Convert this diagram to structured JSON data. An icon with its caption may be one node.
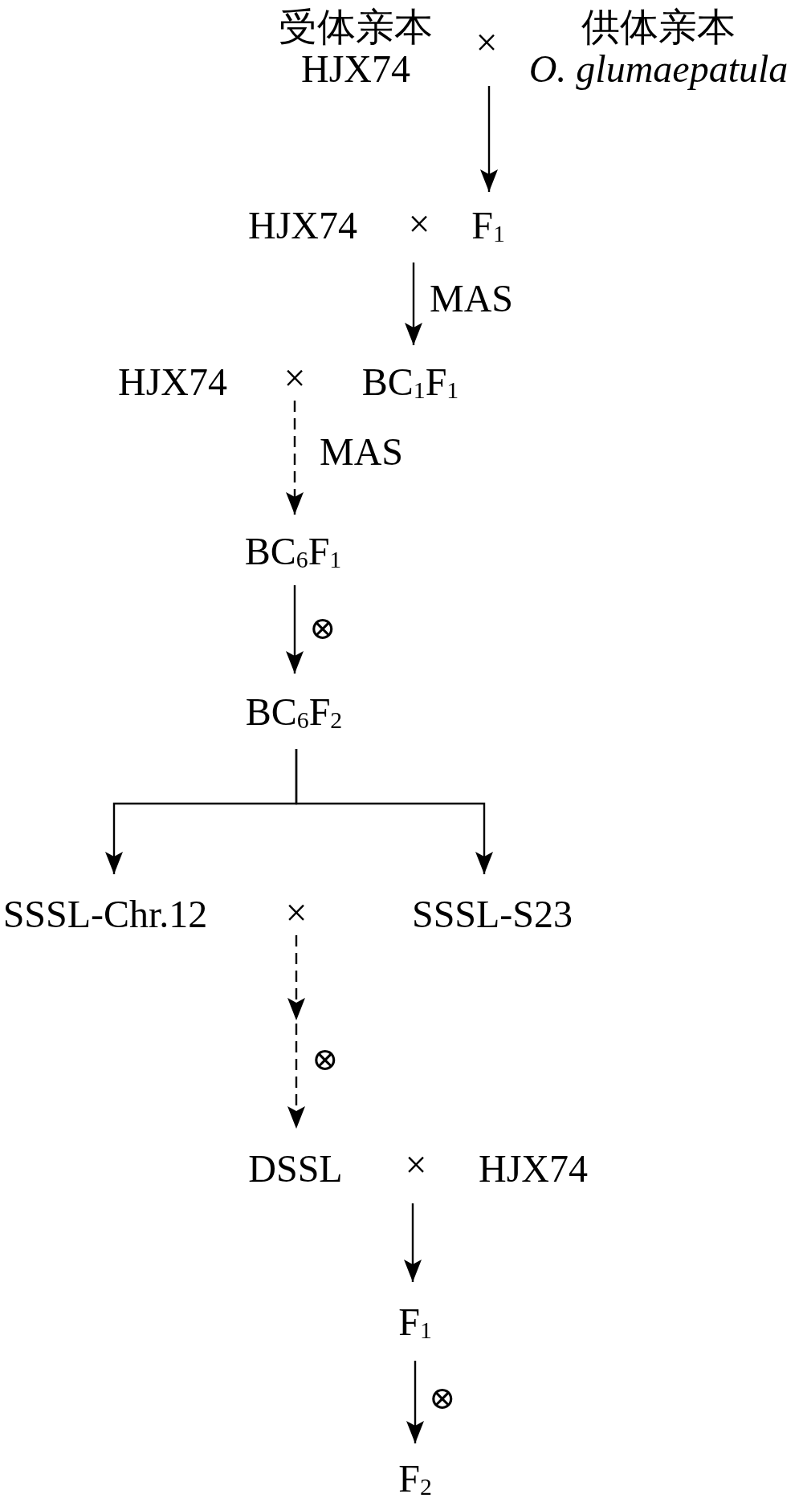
{
  "diagram": {
    "nodes": [
      {
        "text": [
          "受体亲本",
          "HJX74"
        ]
      },
      {
        "text": [
          "×"
        ]
      },
      {
        "text": [
          "供体亲本",
          "O. glumaepatula"
        ]
      },
      {
        "text": [
          "HJX74"
        ]
      },
      {
        "text": [
          "×"
        ]
      },
      {
        "text": [
          "F$_{1}$"
        ]
      },
      {
        "text": [
          "HJX74"
        ]
      },
      {
        "text": [
          "×"
        ]
      },
      {
        "text": [
          "BC$_{1}$F$_{1}$"
        ]
      },
      {
        "text": [
          "BC$_{6}$F$_{1}$"
        ]
      },
      {
        "text": [
          "BC$_{6}$F$_{2}$"
        ]
      },
      {
        "text": [
          "SSSL-Chr.12"
        ]
      },
      {
        "text": [
          "×"
        ]
      },
      {
        "text": [
          "SSSL-S23"
        ]
      },
      {
        "text": [
          "DSSL"
        ]
      },
      {
        "text": [
          "×"
        ]
      },
      {
        "text": [
          "HJX74"
        ]
      },
      {
        "text": [
          "F$_{1}$"
        ]
      },
      {
        "text": [
          "F$_{2}$"
        ]
      }
    ],
    "edges": [
      {
        "from": 1,
        "to": 5,
        "arrow": "to"
      },
      {
        "from": 4,
        "to": 8,
        "arrow": "to",
        "label": "MAS"
      },
      {
        "from": 7,
        "to": 9,
        "arrow": "to",
        "label": "MAS",
        "style": "dashed"
      },
      {
        "from": 9,
        "to": 10,
        "arrow": "to",
        "label": "⊗"
      },
      {
        "from": 10,
        "to": 11,
        "arrow": "to"
      },
      {
        "from": 10,
        "to": 13,
        "arrow": "to"
      },
      {
        "from": 12,
        "to": 14,
        "arrow": "to",
        "label": "⊗",
        "style": "dashed"
      },
      {
        "from": 15,
        "to": 17,
        "arrow": "to"
      },
      {
        "from": 17,
        "to": 18,
        "arrow": "to",
        "label": "⊗"
      }
    ]
  }
}
